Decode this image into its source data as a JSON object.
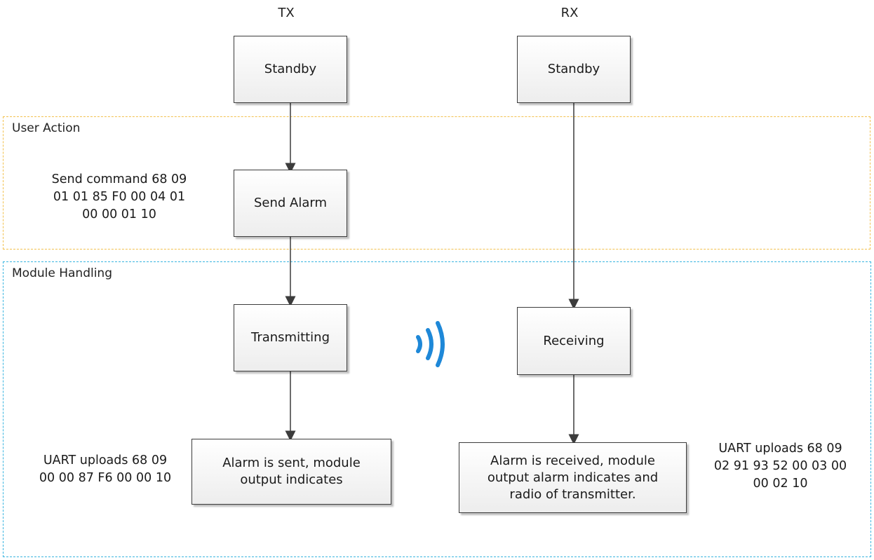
{
  "columns": {
    "tx": "TX",
    "rx": "RX"
  },
  "groups": {
    "user_action": "User Action",
    "module_handling": "Module Handling"
  },
  "tx": {
    "standby": "Standby",
    "send_alarm": "Send Alarm",
    "transmitting": "Transmitting",
    "alarm_sent": "Alarm is sent, module output indicates"
  },
  "rx": {
    "standby": "Standby",
    "receiving": "Receiving",
    "alarm_received": "Alarm is received, module output alarm indicates and radio of transmitter."
  },
  "notes": {
    "send_command": [
      "Send command 68 09",
      "01 01 85 F0 00 04 01",
      "00 00 01 10"
    ],
    "uart_tx": [
      "UART uploads 68 09",
      "00 00 87 F6 00 00 10"
    ],
    "uart_rx": [
      "UART uploads 68 09",
      "02 91 93 52 00 03 00",
      "00 02 10"
    ]
  },
  "colors": {
    "user_action_border": "#f2c14e",
    "module_handling_border": "#39b5e0",
    "wireless_icon": "#1e88d8",
    "arrow": "#3c3c3c"
  },
  "icons": {
    "wireless": "wireless-signal-icon"
  }
}
